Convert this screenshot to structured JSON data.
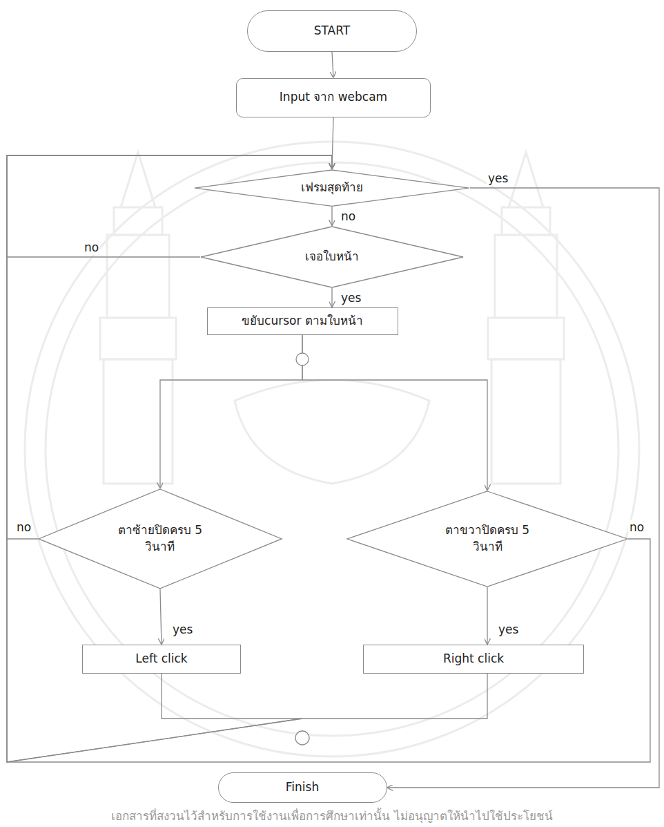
{
  "diagram": {
    "nodes": [
      {
        "text": [
          "START"
        ]
      },
      {
        "text": [
          "Input จาก webcam"
        ]
      },
      {
        "text": [
          "เฟรมสุดท้าย"
        ]
      },
      {
        "text": [
          "เจอใบหน้า"
        ]
      },
      {
        "text": [
          "ขยับcursor ตามใบหน้า"
        ]
      },
      {
        "text": [
          "ตาซ้ายปิดครบ 5 วินาที"
        ]
      },
      {
        "text": [
          "ตาขวาปิดครบ 5 วินาที"
        ]
      },
      {
        "text": [
          "Left click"
        ]
      },
      {
        "text": [
          "Right click"
        ]
      },
      {
        "text": [
          "Finish"
        ]
      }
    ],
    "edges": [
      {
        "from": 0,
        "to": 1,
        "arrow": "to"
      },
      {
        "from": 1,
        "to": 2,
        "arrow": "to"
      },
      {
        "from": 2,
        "to": 9,
        "label": "yes",
        "arrow": "to"
      },
      {
        "from": 2,
        "to": 3,
        "label": "no",
        "arrow": "to"
      },
      {
        "from": 3,
        "to": 2,
        "label": "no",
        "arrow": "to"
      },
      {
        "from": 3,
        "to": 4,
        "label": "yes",
        "arrow": "to"
      },
      {
        "from": 4,
        "to": 5,
        "arrow": "to"
      },
      {
        "from": 4,
        "to": 6,
        "arrow": "to"
      },
      {
        "from": 5,
        "to": 7,
        "label": "yes",
        "arrow": "to"
      },
      {
        "from": 5,
        "to": 2,
        "label": "no",
        "arrow": "to"
      },
      {
        "from": 6,
        "to": 8,
        "label": "yes",
        "arrow": "to"
      },
      {
        "from": 6,
        "to": 2,
        "label": "no",
        "arrow": "to"
      },
      {
        "from": 7,
        "to": 2,
        "arrow": "to"
      },
      {
        "from": 8,
        "to": 2,
        "arrow": "to"
      }
    ],
    "labels": [
      "เอกสารที่สงวนไว้สำหรับการใช้งานเพื่อการศึกษาเท่านั้น ไม่อนุญาตให้นำไปใช้ประโยชน์"
    ]
  }
}
